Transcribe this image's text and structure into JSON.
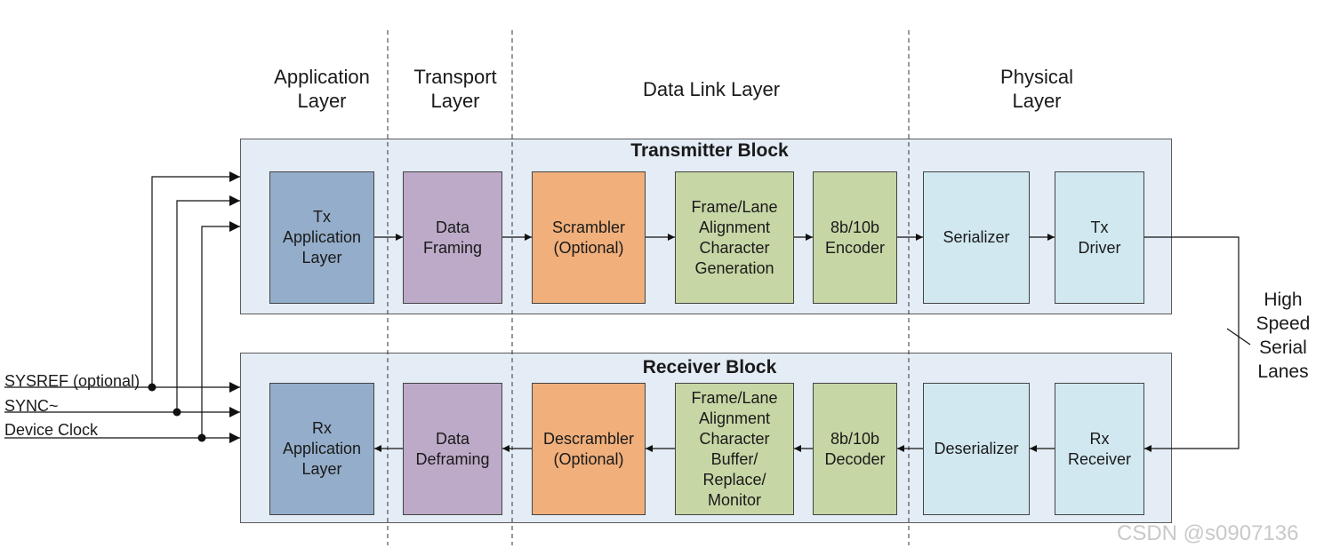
{
  "layers": {
    "application": "Application\nLayer",
    "transport": "Transport\nLayer",
    "data_link": "Data Link Layer",
    "physical": "Physical\nLayer"
  },
  "transmitter": {
    "title": "Transmitter Block",
    "blocks": {
      "tx_app": "Tx\nApplication\nLayer",
      "framing": "Data\nFraming",
      "scrambler": "Scrambler\n(Optional)",
      "frame_lane": "Frame/Lane\nAlignment\nCharacter\nGeneration",
      "encoder": "8b/10b\nEncoder",
      "serializer": "Serializer",
      "tx_driver": "Tx\nDriver"
    }
  },
  "receiver": {
    "title": "Receiver Block",
    "blocks": {
      "rx_app": "Rx\nApplication\nLayer",
      "deframing": "Data\nDeframing",
      "descrambler": "Descrambler\n(Optional)",
      "frame_lane": "Frame/Lane\nAlignment\nCharacter\nBuffer/\nReplace/\nMonitor",
      "decoder": "8b/10b\nDecoder",
      "deserializer": "Deserializer",
      "rx_receiver": "Rx\nReceiver"
    }
  },
  "signals": {
    "sysref": "SYSREF (optional)",
    "sync": "SYNC~",
    "device_clock": "Device Clock"
  },
  "lanes_label": "High\nSpeed\nSerial\nLanes",
  "watermark": "CSDN @s0907136",
  "colors": {
    "application": "#94adca",
    "transport": "#bcaac8",
    "scrambler": "#f0af7b",
    "link_green": "#c7d6a5",
    "physical": "#d1e8f0",
    "panel": "#e4ecf5"
  }
}
